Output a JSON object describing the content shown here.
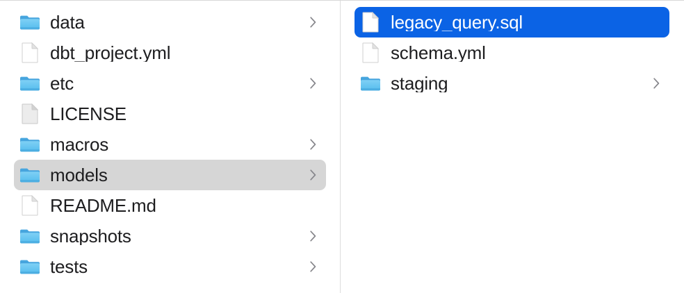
{
  "view": {
    "kind": "column-browser",
    "background_color": "#ffffff",
    "divider_color": "#dcdcdc",
    "selection_active_color": "#0b63e5",
    "selection_inactive_color": "#d6d6d6",
    "text_color": "#1d1d1f",
    "selected_text_color": "#ffffff",
    "chevron_color": "#86868b",
    "folder_icon_color": "#5bb8ec",
    "file_icon_color": "#fefefe"
  },
  "columns": [
    {
      "name": "column-one",
      "items": [
        {
          "label": "data",
          "type": "folder",
          "icon": "folder-icon",
          "chevron": true,
          "chevron_icon": "chevron-right-icon",
          "selected": false,
          "selection_style": "none"
        },
        {
          "label": "dbt_project.yml",
          "type": "file",
          "icon": "file-icon",
          "chevron": false,
          "chevron_icon": "",
          "selected": false,
          "selection_style": "none"
        },
        {
          "label": "etc",
          "type": "folder",
          "icon": "folder-icon",
          "chevron": true,
          "chevron_icon": "chevron-right-icon",
          "selected": false,
          "selection_style": "none"
        },
        {
          "label": "LICENSE",
          "type": "file",
          "icon": "file-plain-icon",
          "chevron": false,
          "chevron_icon": "",
          "selected": false,
          "selection_style": "none"
        },
        {
          "label": "macros",
          "type": "folder",
          "icon": "folder-icon",
          "chevron": true,
          "chevron_icon": "chevron-right-icon",
          "selected": false,
          "selection_style": "none"
        },
        {
          "label": "models",
          "type": "folder",
          "icon": "folder-icon",
          "chevron": true,
          "chevron_icon": "chevron-right-icon",
          "selected": true,
          "selection_style": "inactive"
        },
        {
          "label": "README.md",
          "type": "file",
          "icon": "file-icon",
          "chevron": false,
          "chevron_icon": "",
          "selected": false,
          "selection_style": "none"
        },
        {
          "label": "snapshots",
          "type": "folder",
          "icon": "folder-icon",
          "chevron": true,
          "chevron_icon": "chevron-right-icon",
          "selected": false,
          "selection_style": "none"
        },
        {
          "label": "tests",
          "type": "folder",
          "icon": "folder-icon",
          "chevron": true,
          "chevron_icon": "chevron-right-icon",
          "selected": false,
          "selection_style": "none"
        }
      ]
    },
    {
      "name": "column-two",
      "items": [
        {
          "label": "legacy_query.sql",
          "type": "file",
          "icon": "file-icon",
          "chevron": false,
          "chevron_icon": "",
          "selected": true,
          "selection_style": "active"
        },
        {
          "label": "schema.yml",
          "type": "file",
          "icon": "file-icon",
          "chevron": false,
          "chevron_icon": "",
          "selected": false,
          "selection_style": "none"
        },
        {
          "label": "staging",
          "type": "folder",
          "icon": "folder-icon",
          "chevron": true,
          "chevron_icon": "chevron-right-icon",
          "selected": false,
          "selection_style": "none"
        }
      ]
    }
  ]
}
